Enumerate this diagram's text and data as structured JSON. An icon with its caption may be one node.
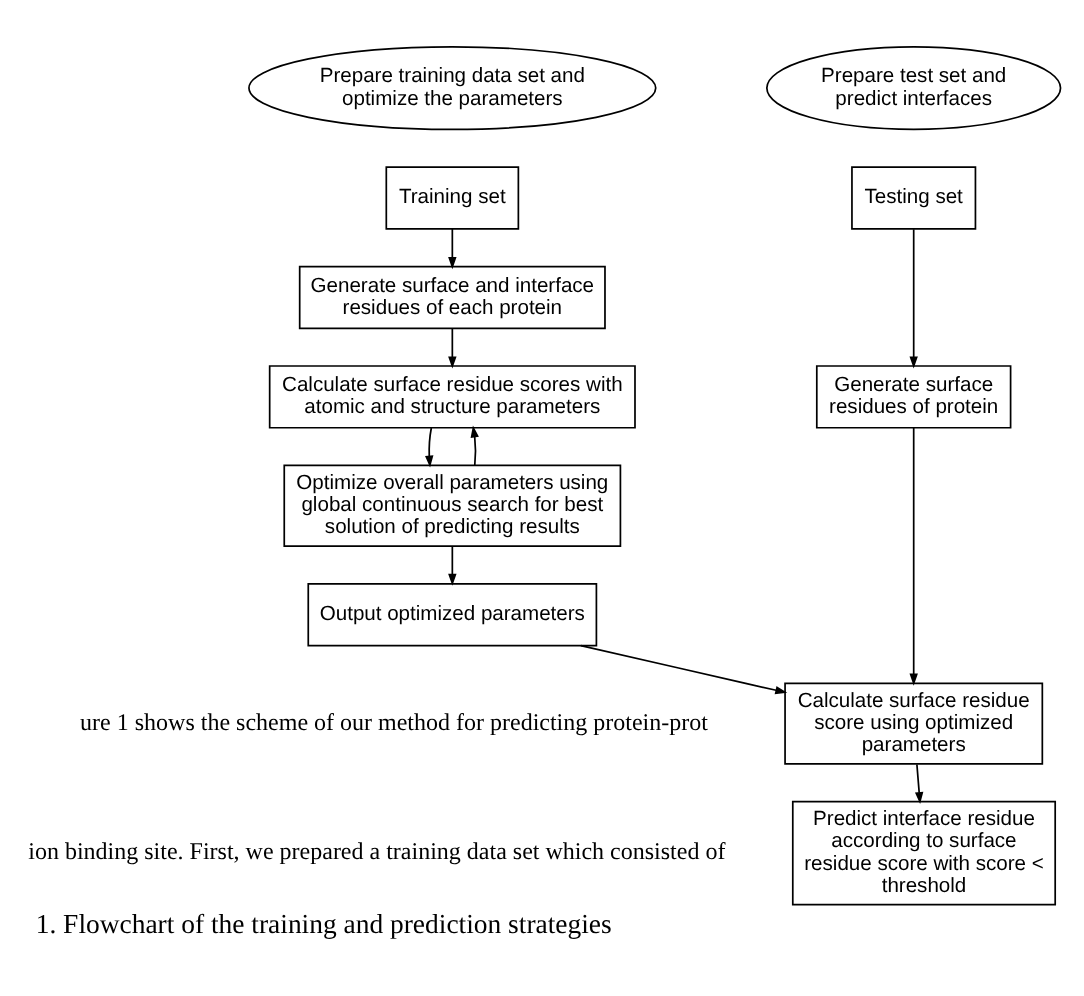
{
  "diagram": {
    "caption": "1. Flowchart of the training and prediction strategies",
    "nodes": [
      {
        "text": [
          "Prepare training data set and optimize the parameters"
        ]
      },
      {
        "text": [
          "Prepare test set and predict interfaces"
        ]
      },
      {
        "text": [
          "Training set"
        ]
      },
      {
        "text": [
          "Generate surface and interface residues of each protein"
        ]
      },
      {
        "text": [
          "Calculate surface residue scores with atomic and structure parameters"
        ]
      },
      {
        "text": [
          "Optimize overall parameters using global continuous search for best solution of predicting results"
        ]
      },
      {
        "text": [
          "Output optimized parameters"
        ]
      },
      {
        "text": [
          "Testing set"
        ]
      },
      {
        "text": [
          "Generate surface residues of protein"
        ]
      },
      {
        "text": [
          "Calculate surface residue score using optimized parameters"
        ]
      },
      {
        "text": [
          "Predict interface residue according to surface residue score with score < threshold"
        ]
      }
    ],
    "edges": [
      {
        "from": 2,
        "to": 3,
        "arrow": "to"
      },
      {
        "from": 3,
        "to": 4,
        "arrow": "to"
      },
      {
        "from": 4,
        "to": 5,
        "arrow": "to"
      },
      {
        "from": 5,
        "to": 4,
        "arrow": "to"
      },
      {
        "from": 5,
        "to": 6,
        "arrow": "to"
      },
      {
        "from": 6,
        "to": 9,
        "arrow": "to"
      },
      {
        "from": 7,
        "to": 8,
        "arrow": "to"
      },
      {
        "from": 8,
        "to": 9,
        "arrow": "to"
      },
      {
        "from": 9,
        "to": 10,
        "arrow": "to"
      }
    ],
    "labels": [
      "ure 1 shows the scheme of our method for predicting protein-prot",
      "ion binding site. First, we prepared a training data set which consisted of"
    ]
  }
}
